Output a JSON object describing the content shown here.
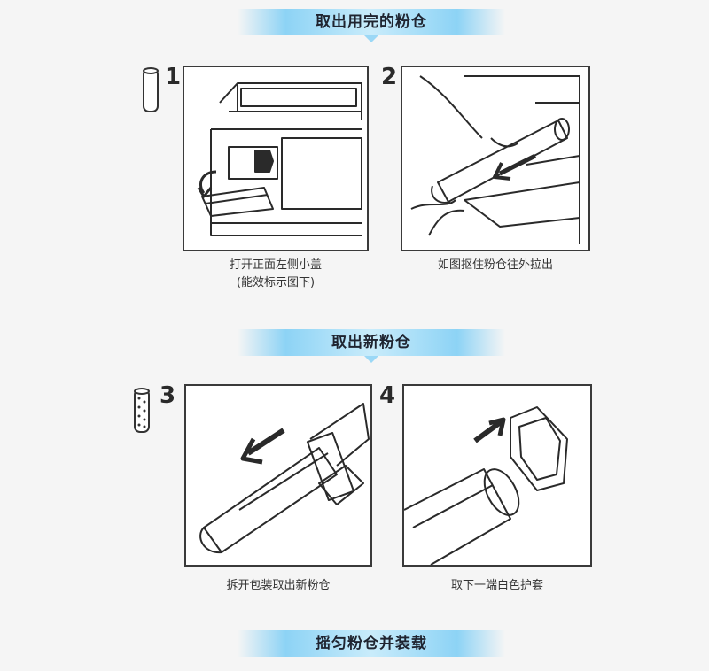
{
  "sections": [
    {
      "title": "取出用完的粉仓"
    },
    {
      "title": "取出新粉仓"
    },
    {
      "title": "摇匀粉仓并装载"
    }
  ],
  "steps": [
    {
      "number": "1",
      "caption_line1": "打开正面左侧小盖",
      "caption_line2": "(能效标示图下)",
      "icon": "empty-toner-cartridge-icon"
    },
    {
      "number": "2",
      "caption_line1": "如图抠住粉仓往外拉出"
    },
    {
      "number": "3",
      "caption_line1": "拆开包装取出新粉仓",
      "icon": "full-toner-cartridge-icon"
    },
    {
      "number": "4",
      "caption_line1": "取下一端白色护套"
    }
  ],
  "colors": {
    "banner": "#8dd3f5",
    "background": "#f5f5f5",
    "line": "#3a3a3a"
  }
}
